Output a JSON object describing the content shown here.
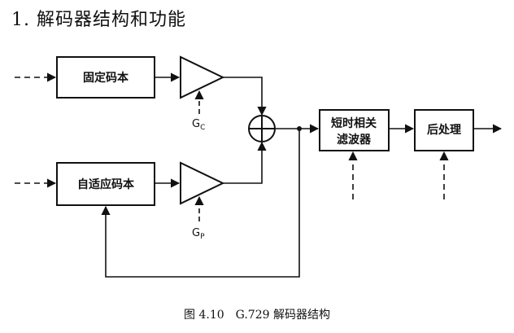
{
  "heading": "1. 解码器结构和功能",
  "caption": "图 4.10　G.729 解码器结构",
  "blocks": {
    "fixed_codebook": "固定码本",
    "adaptive_codebook": "自适应码本",
    "filter_line1": "短时相关",
    "filter_line2": "滤波器",
    "post_processing": "后处理"
  },
  "gains": {
    "gc_main": "G",
    "gc_sub": "C",
    "gp_main": "G",
    "gp_sub": "P"
  },
  "icons": {
    "adder": "circle-plus-icon",
    "amplifier": "triangle-amplifier-icon"
  }
}
